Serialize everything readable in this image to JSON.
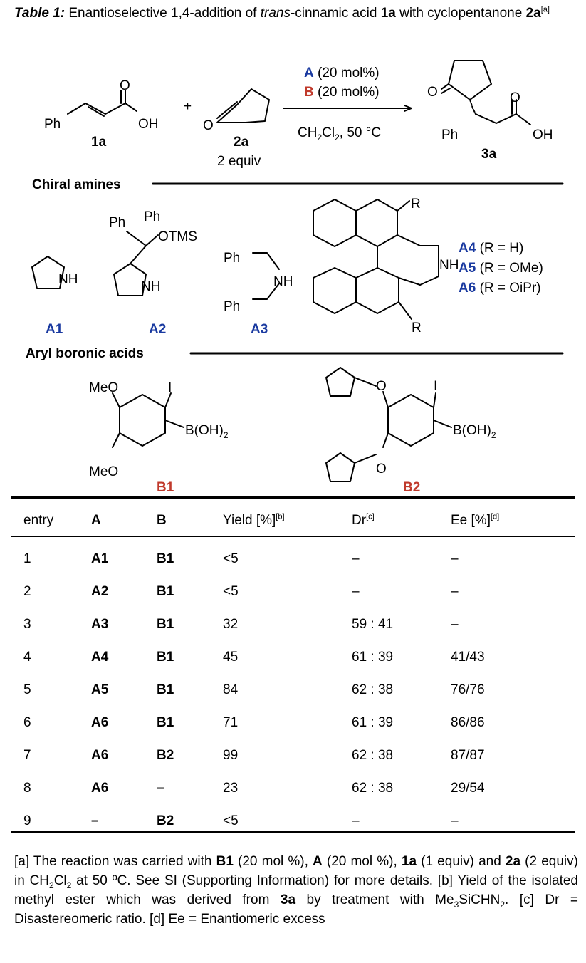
{
  "caption": {
    "label": "Table 1:",
    "t1": " Enantioselective 1,4-addition of ",
    "t_trans": "trans",
    "t2": "-cinnamic acid ",
    "b1": "1a",
    "t3": " with cyclopentanone ",
    "b2": "2a",
    "sup": "[a]"
  },
  "scheme": {
    "cpd1a": "1a",
    "cpd2a": "2a",
    "equiv": "2 equiv",
    "cpd3a": "3a",
    "reagentA": "A",
    "reagentA_amt": " (20 mol%)",
    "reagentB": "B",
    "reagentB_amt": " (20 mol%)",
    "solvent_pre": "CH",
    "solvent_sub1": "2",
    "solvent_mid": "Cl",
    "solvent_sub2": "2",
    "solvent_post": ", 50 °C",
    "ph": "Ph",
    "oh": "OH",
    "o": "O",
    "plus": "+",
    "section_amines": "Chiral amines",
    "section_boronic": "Aryl boronic acids",
    "nh": "NH",
    "otms": "OTMS",
    "r": "R",
    "meo": "MeO",
    "iodo": "I",
    "boh": "B(OH)",
    "boh_sub": "2",
    "amines": [
      "A1",
      "A2",
      "A3"
    ],
    "a4": "A4",
    "a4_r": " (R = H)",
    "a5": "A5",
    "a5_r": " (R = OMe)",
    "a6": "A6",
    "a6_r": " (R = OiPr)",
    "boronics": [
      "B1",
      "B2"
    ]
  },
  "colors": {
    "amine_label": "#1a3aa0",
    "boronic_label": "#c0392b"
  },
  "table": {
    "headers": {
      "entry": "entry",
      "a": "A",
      "b": "B",
      "yield": "Yield [%]",
      "yield_sup": "[b]",
      "dr": "Dr",
      "dr_sup": "[c]",
      "ee": "Ee [%]",
      "ee_sup": "[d]"
    },
    "rows": [
      [
        "1",
        "A1",
        "B1",
        "<5",
        "–",
        "–"
      ],
      [
        "2",
        "A2",
        "B1",
        "<5",
        "–",
        "–"
      ],
      [
        "3",
        "A3",
        "B1",
        "32",
        "59 : 41",
        "–"
      ],
      [
        "4",
        "A4",
        "B1",
        "45",
        "61 : 39",
        "41/43"
      ],
      [
        "5",
        "A5",
        "B1",
        "84",
        "62 : 38",
        "76/76"
      ],
      [
        "6",
        "A6",
        "B1",
        "71",
        "61 : 39",
        "86/86"
      ],
      [
        "7",
        "A6",
        "B2",
        "99",
        "62 : 38",
        "87/87"
      ],
      [
        "8",
        "A6",
        "–",
        "23",
        "62 : 38",
        "29/54"
      ],
      [
        "9",
        "–",
        "B2",
        "<5",
        "–",
        "–"
      ]
    ]
  },
  "footnote": {
    "f1": "[a] The reaction was carried with ",
    "f1b": "B1",
    "f2": " (20 mol %), ",
    "f2b": "A",
    "f3": " (20 mol %), ",
    "f3b": "1a",
    "f4": " (1 equiv) and ",
    "f4b": "2a",
    "f5": " (2 equiv) in CH",
    "f5s1": "2",
    "f6": "Cl",
    "f6s2": "2",
    "f7": " at 50 ºC.  See SI (Supporting Information) for more details.  [b] Yield of the isolated methyl ester which was derived from ",
    "f7b": "3a",
    "f8": " by treatment with Me",
    "f8s": "3",
    "f9": "SiCHN",
    "f9s": "2",
    "f10": ".   [c] Dr = Disastereomeric ratio.   [d] Ee = Enantiomeric excess"
  }
}
